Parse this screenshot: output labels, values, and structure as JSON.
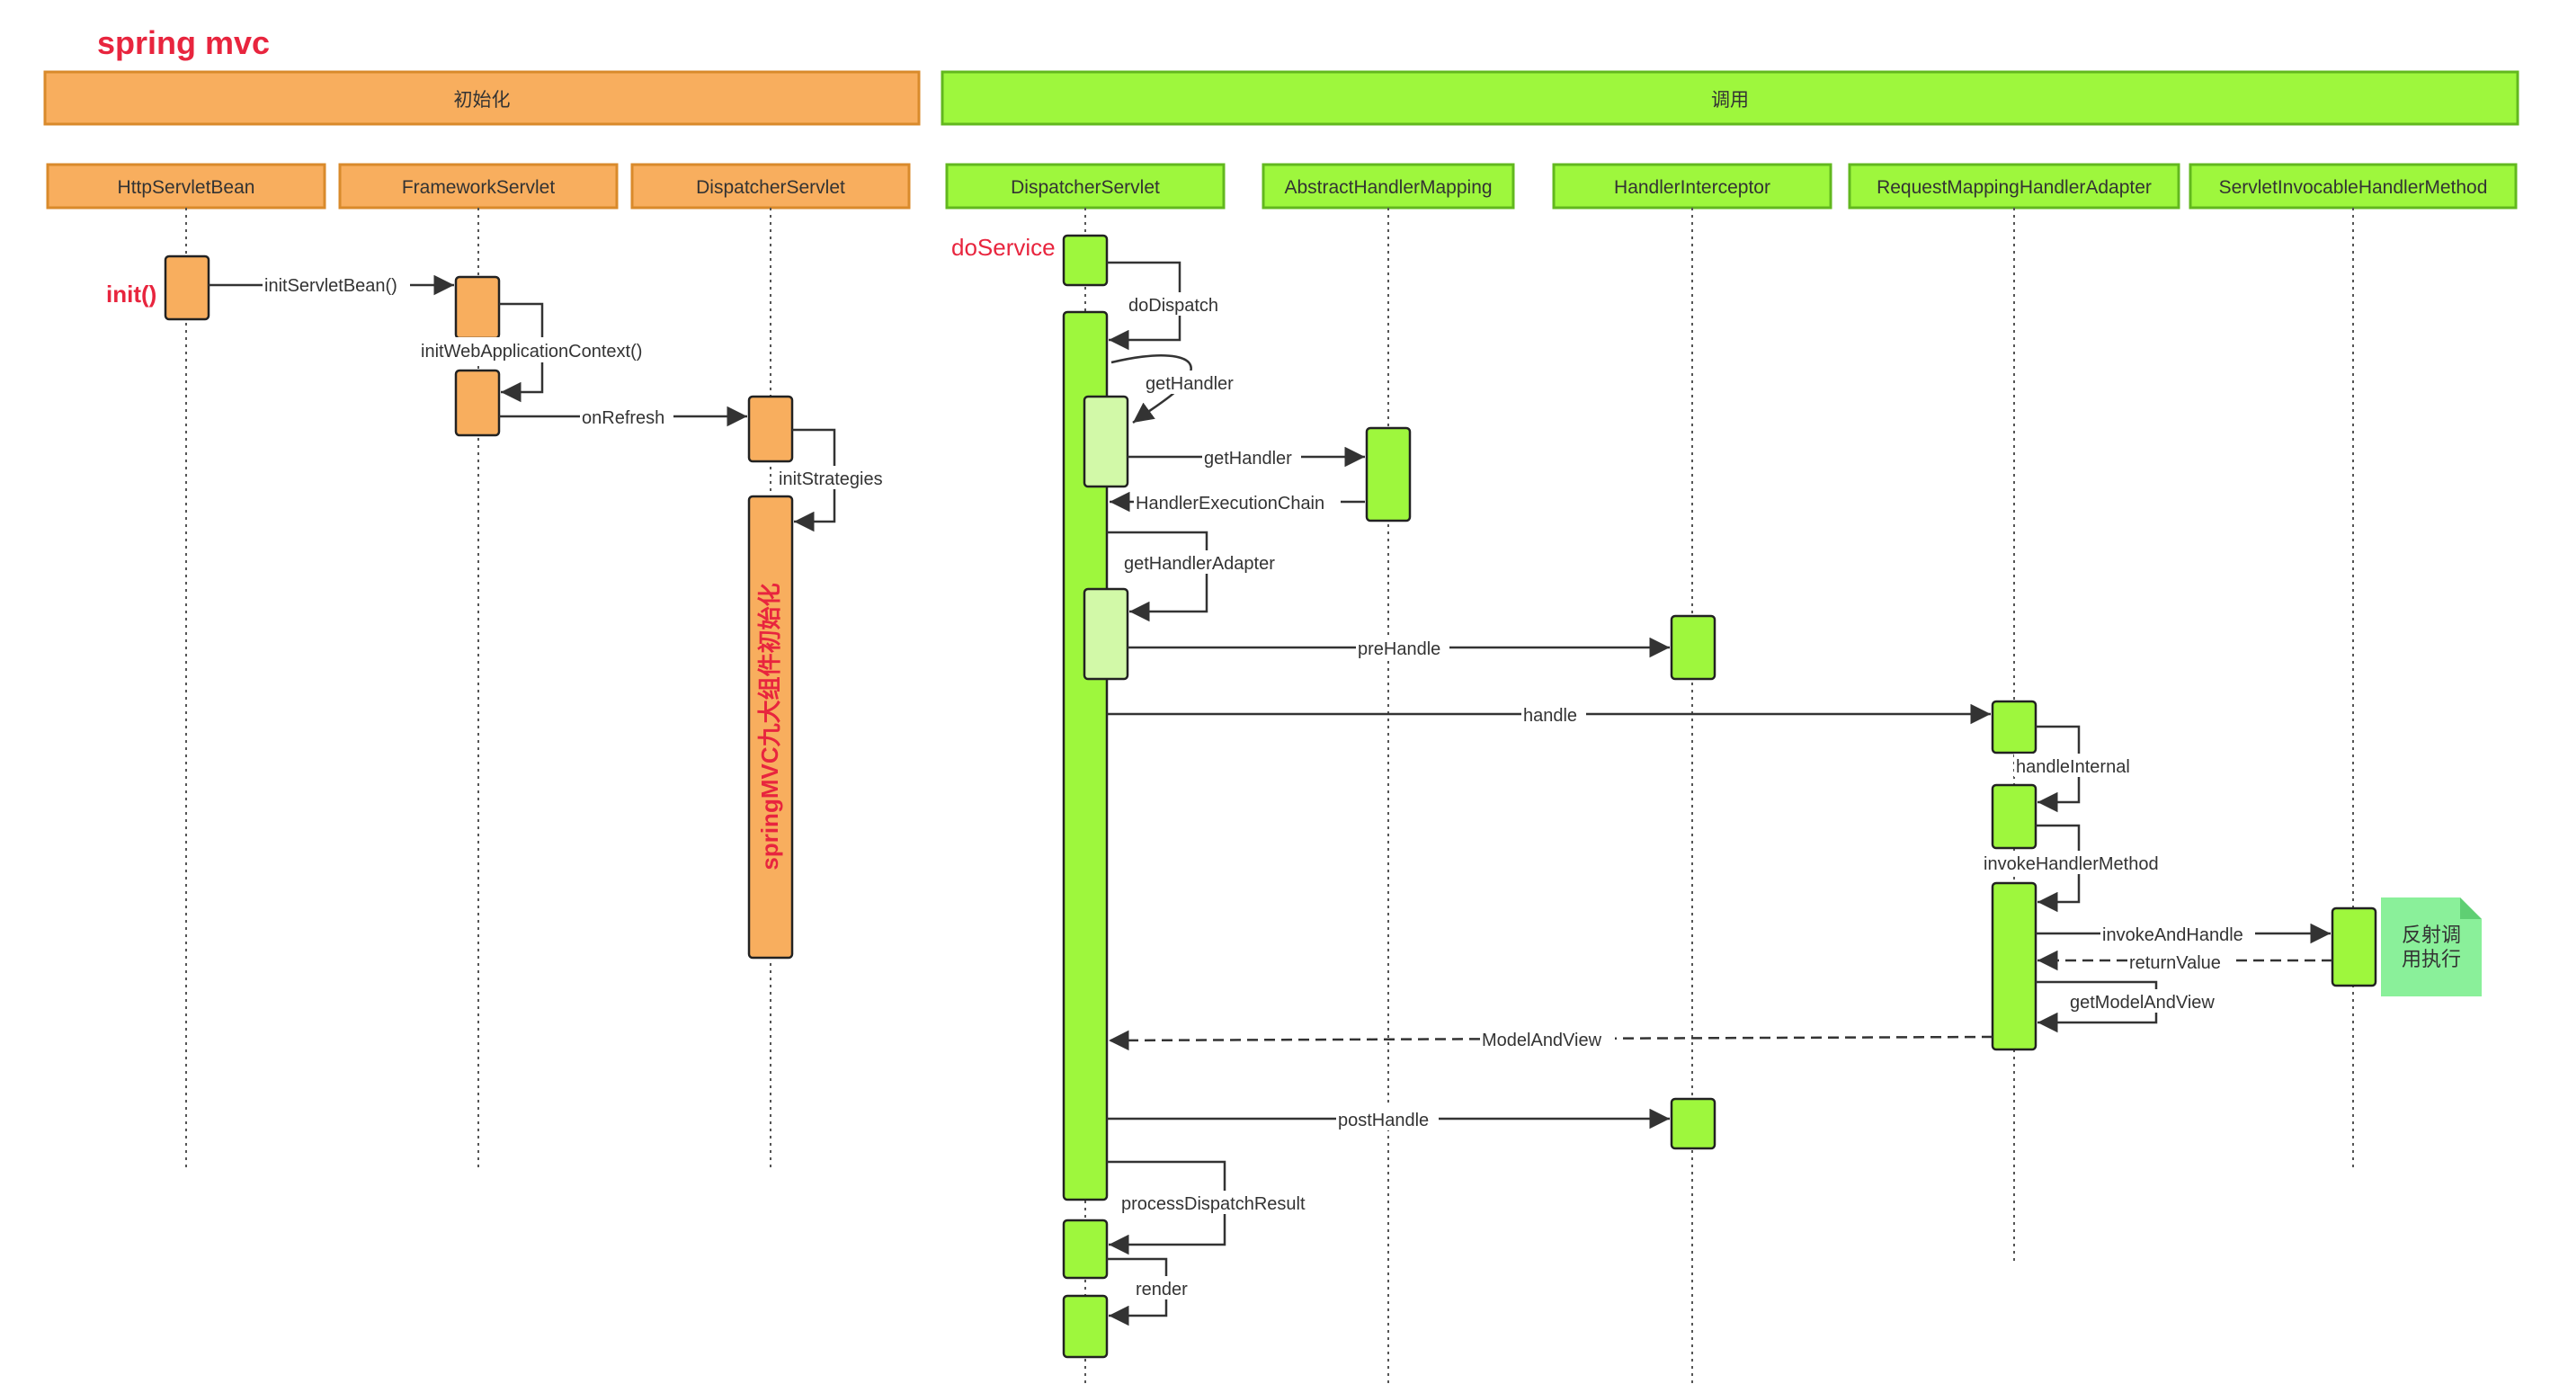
{
  "title": "spring mvc",
  "colors": {
    "init_fill": "#F8AE5E",
    "init_stroke": "#D98A2B",
    "call_fill": "#9EF73D",
    "call_stroke": "#62B81E",
    "activation_light": "#D2F9A8",
    "note_fill": "#8AF09A",
    "red": "#E8253E",
    "line": "#444444"
  },
  "banners": {
    "init": "初始化",
    "call": "调用"
  },
  "headers": [
    "HttpServletBean",
    "FrameworkServlet",
    "DispatcherServlet",
    "DispatcherServlet",
    "AbstractHandlerMapping",
    "HandlerInterceptor",
    "RequestMappingHandlerAdapter",
    "ServletInvocableHandlerMethod"
  ],
  "red_labels": {
    "init": "init()",
    "do_service": "doService"
  },
  "vertical_label": "springMVC九大组件初始化",
  "messages": {
    "init_servlet_bean": "initServletBean()",
    "init_web_app_context": "initWebApplicationContext()",
    "on_refresh": "onRefresh",
    "init_strategies": "initStrategies",
    "do_dispatch": "doDispatch",
    "get_handler_self": "getHandler",
    "get_handler_call": "getHandler",
    "handler_execution_chain": "HandlerExecutionChain",
    "get_handler_adapter": "getHandlerAdapter",
    "pre_handle": "preHandle",
    "handle": "handle",
    "handle_internal": "handleInternal",
    "invoke_handler_method": "invokeHandlerMethod",
    "invoke_and_handle": "invokeAndHandle",
    "return_value": "returnValue",
    "get_model_and_view": "getModelAndView",
    "model_and_view": "ModelAndView",
    "post_handle": "postHandle",
    "process_dispatch_result": "processDispatchResult",
    "render": "render"
  },
  "note": {
    "line1": "反射调",
    "line2": "用执行"
  }
}
